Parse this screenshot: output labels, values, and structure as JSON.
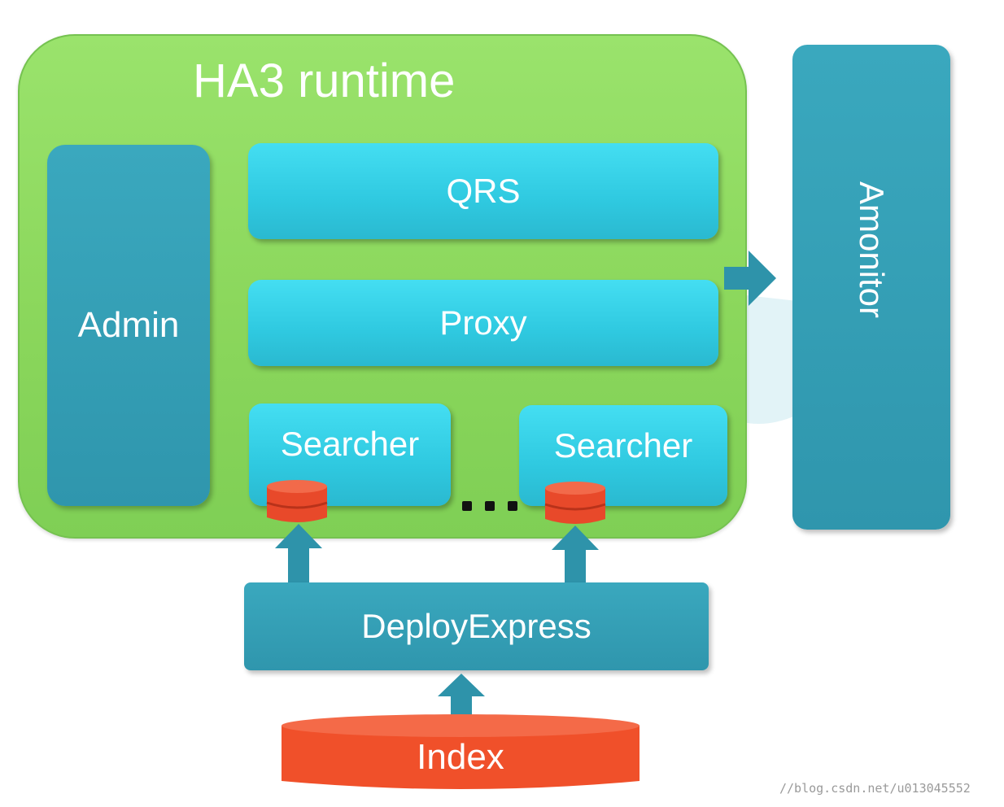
{
  "runtime": {
    "title": "HA3 runtime"
  },
  "components": {
    "admin": "Admin",
    "qrs": "QRS",
    "proxy": "Proxy",
    "searcher_left": "Searcher",
    "searcher_right": "Searcher",
    "amonitor": "Amonitor",
    "deploy_express": "DeployExpress",
    "index": "Index"
  },
  "ellipsis": "...",
  "watermark": "//blog.csdn.net/u013045552",
  "colors": {
    "runtime_green": "#8bd75c",
    "component_cyan": "#35d0e6",
    "component_teal": "#3399b0",
    "storage_red": "#f0502a",
    "arrow_teal": "#2e93aa"
  },
  "icons": {
    "arrow": "block-arrow",
    "storage": "cylinder-disk"
  }
}
